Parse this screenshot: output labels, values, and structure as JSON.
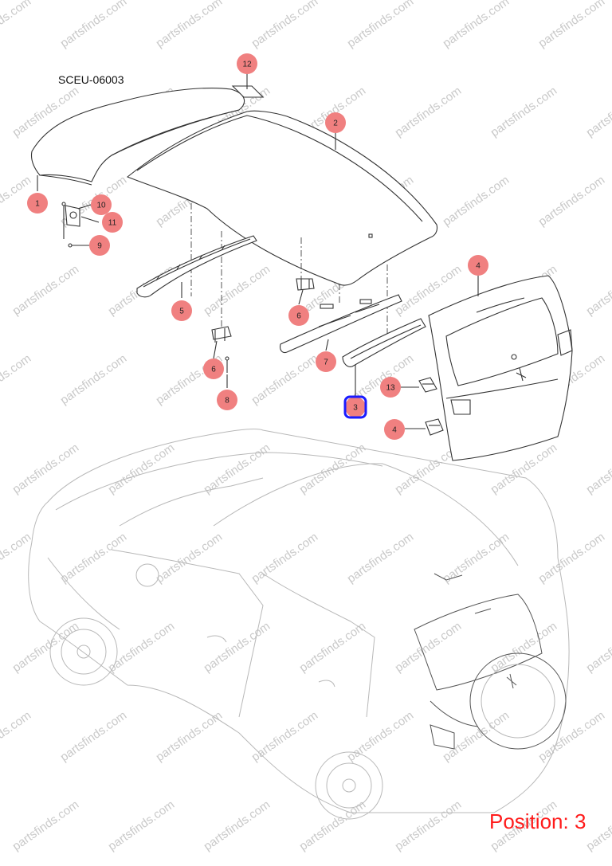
{
  "diagram": {
    "code": "SCEU-06003",
    "position_label": "Position: 3",
    "highlighted_callout": "3",
    "watermark": "partsfinds.com",
    "callout_color": "#f08080",
    "highlight_color": "#1a1aff",
    "callouts": [
      {
        "label": "12"
      },
      {
        "label": "2"
      },
      {
        "label": "1"
      },
      {
        "label": "10"
      },
      {
        "label": "11"
      },
      {
        "label": "9"
      },
      {
        "label": "4"
      },
      {
        "label": "5"
      },
      {
        "label": "6"
      },
      {
        "label": "6"
      },
      {
        "label": "7"
      },
      {
        "label": "8"
      },
      {
        "label": "13"
      },
      {
        "label": "3"
      },
      {
        "label": "4"
      }
    ]
  }
}
